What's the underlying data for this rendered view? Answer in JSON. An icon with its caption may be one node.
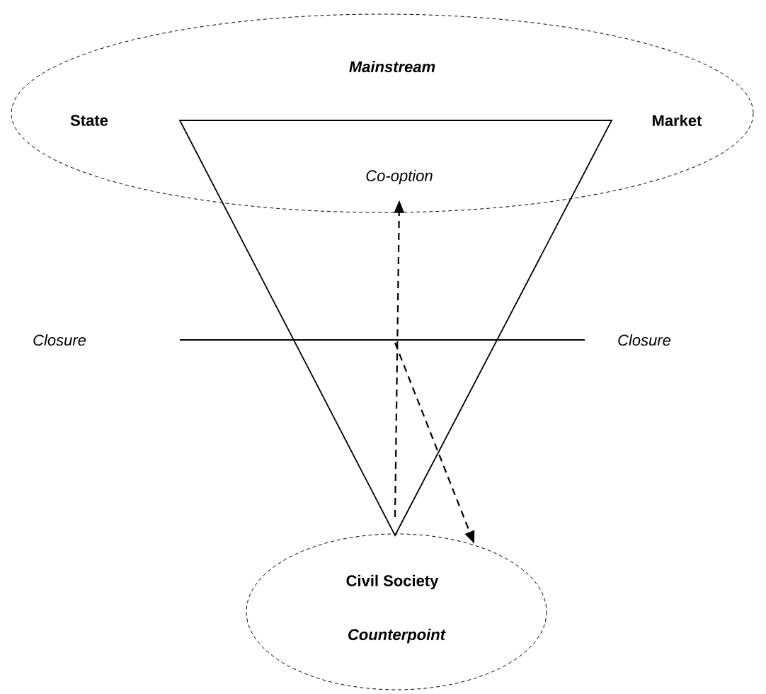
{
  "diagram": {
    "nodes": [
      {
        "text": [
          "Mainstream",
          "State",
          "Market"
        ]
      },
      {
        "text": [],
        "shape": "triangle"
      },
      {
        "text": [
          "Co-option"
        ]
      },
      {
        "text": [
          "Civil Society",
          "Counterpoint"
        ]
      }
    ],
    "edges": [
      {
        "from": 1,
        "to": 2,
        "arrow": "to",
        "style": "dashed"
      },
      {
        "from": 1,
        "to": 3,
        "arrow": "to",
        "style": "dashed"
      }
    ],
    "labels": [
      "Closure",
      "Closure"
    ]
  }
}
